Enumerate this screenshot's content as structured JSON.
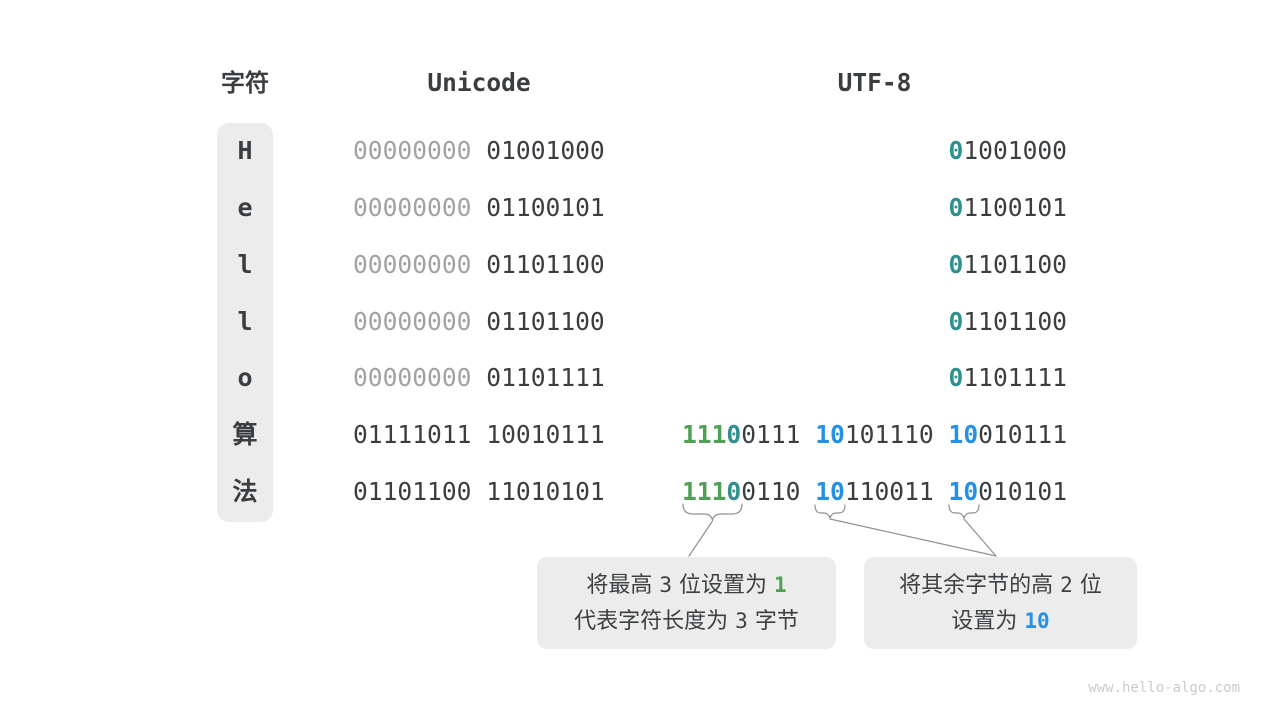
{
  "header": {
    "char_col": "字符",
    "unicode_col": "Unicode",
    "utf8_col": "UTF-8"
  },
  "colors": {
    "dark_text": "#3b3e41",
    "gray_bits": "#a0a2a4",
    "green_bits": "#4f9f55",
    "teal_bits": "#2f9090",
    "blue_bits": "#2491e6",
    "box_background": "#ececec",
    "connector_gray": "#8f9193",
    "watermark_gray": "#c9cbcd"
  },
  "rows": [
    {
      "char": "H",
      "unicode": [
        [
          "00000000",
          "gray"
        ],
        [
          " ",
          "dark"
        ],
        [
          "01001000",
          "dark"
        ]
      ],
      "utf8": [
        [
          "0",
          "teal"
        ],
        [
          "1001000",
          "dark"
        ]
      ]
    },
    {
      "char": "e",
      "unicode": [
        [
          "00000000",
          "gray"
        ],
        [
          " ",
          "dark"
        ],
        [
          "01100101",
          "dark"
        ]
      ],
      "utf8": [
        [
          "0",
          "teal"
        ],
        [
          "1100101",
          "dark"
        ]
      ]
    },
    {
      "char": "l",
      "unicode": [
        [
          "00000000",
          "gray"
        ],
        [
          " ",
          "dark"
        ],
        [
          "01101100",
          "dark"
        ]
      ],
      "utf8": [
        [
          "0",
          "teal"
        ],
        [
          "1101100",
          "dark"
        ]
      ]
    },
    {
      "char": "l",
      "unicode": [
        [
          "00000000",
          "gray"
        ],
        [
          " ",
          "dark"
        ],
        [
          "01101100",
          "dark"
        ]
      ],
      "utf8": [
        [
          "0",
          "teal"
        ],
        [
          "1101100",
          "dark"
        ]
      ]
    },
    {
      "char": "o",
      "unicode": [
        [
          "00000000",
          "gray"
        ],
        [
          " ",
          "dark"
        ],
        [
          "01101111",
          "dark"
        ]
      ],
      "utf8": [
        [
          "0",
          "teal"
        ],
        [
          "1101111",
          "dark"
        ]
      ]
    },
    {
      "char": "算",
      "unicode": [
        [
          "01111011 10010111",
          "dark"
        ]
      ],
      "utf8": [
        [
          "111",
          "green"
        ],
        [
          "0",
          "teal"
        ],
        [
          "0111 ",
          "dark"
        ],
        [
          "10",
          "blue"
        ],
        [
          "101110 ",
          "dark"
        ],
        [
          "10",
          "blue"
        ],
        [
          "010111",
          "dark"
        ]
      ]
    },
    {
      "char": "法",
      "unicode": [
        [
          "01101100 11010101",
          "dark"
        ]
      ],
      "utf8": [
        [
          "111",
          "green"
        ],
        [
          "0",
          "teal"
        ],
        [
          "0110 ",
          "dark"
        ],
        [
          "10",
          "blue"
        ],
        [
          "110011 ",
          "dark"
        ],
        [
          "10",
          "blue"
        ],
        [
          "010101",
          "dark"
        ]
      ]
    }
  ],
  "callouts": [
    {
      "lines": [
        [
          [
            "将最高 ",
            "t"
          ],
          [
            "3",
            "m"
          ],
          [
            " 位设置为 ",
            "t"
          ],
          [
            "1",
            "g"
          ]
        ],
        [
          [
            "代表字符长度为 ",
            "t"
          ],
          [
            "3",
            "m"
          ],
          [
            " 字节",
            "t"
          ]
        ]
      ]
    },
    {
      "lines": [
        [
          [
            "将其余字节的高 ",
            "t"
          ],
          [
            "2",
            "m"
          ],
          [
            " 位",
            "t"
          ]
        ],
        [
          [
            "设置为 ",
            "t"
          ],
          [
            "10",
            "b"
          ]
        ]
      ]
    }
  ],
  "watermark": "www.hello-algo.com"
}
